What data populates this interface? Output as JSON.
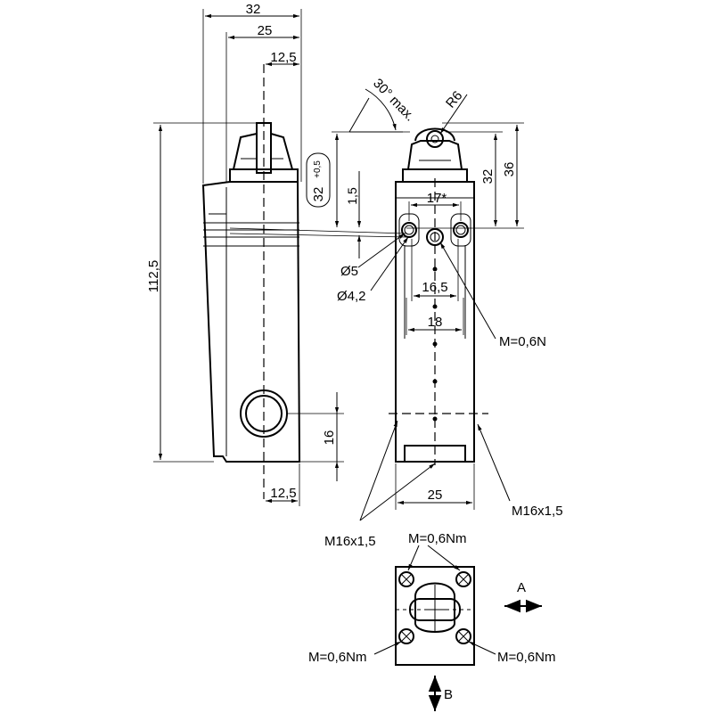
{
  "labels": {
    "width_32": "32",
    "width_25_top": "25",
    "width_12_5_top": "12,5",
    "height_112_5": "112,5",
    "pos_32_tol": "32",
    "pos_32_tol_sup": "+0,5",
    "gap_1_5": "1,5",
    "angle_30": "30° max.",
    "radius_r6": "R6",
    "height_32": "32",
    "height_36": "36",
    "spacing_17": "17*",
    "dia_5": "Ø5",
    "dia_4_2": "Ø4,2",
    "spacing_16_5": "16,5",
    "spacing_18": "18",
    "torque_front": "M=0,6N",
    "height_16": "16",
    "width_12_5_bottom": "12,5",
    "width_25_bottom": "25",
    "thread_right": "M16x1,5",
    "thread_left": "M16x1,5",
    "torque_top": "M=0,6Nm",
    "torque_left": "M=0,6Nm",
    "torque_right": "M=0,6Nm",
    "dir_a": "A",
    "dir_b": "B"
  }
}
